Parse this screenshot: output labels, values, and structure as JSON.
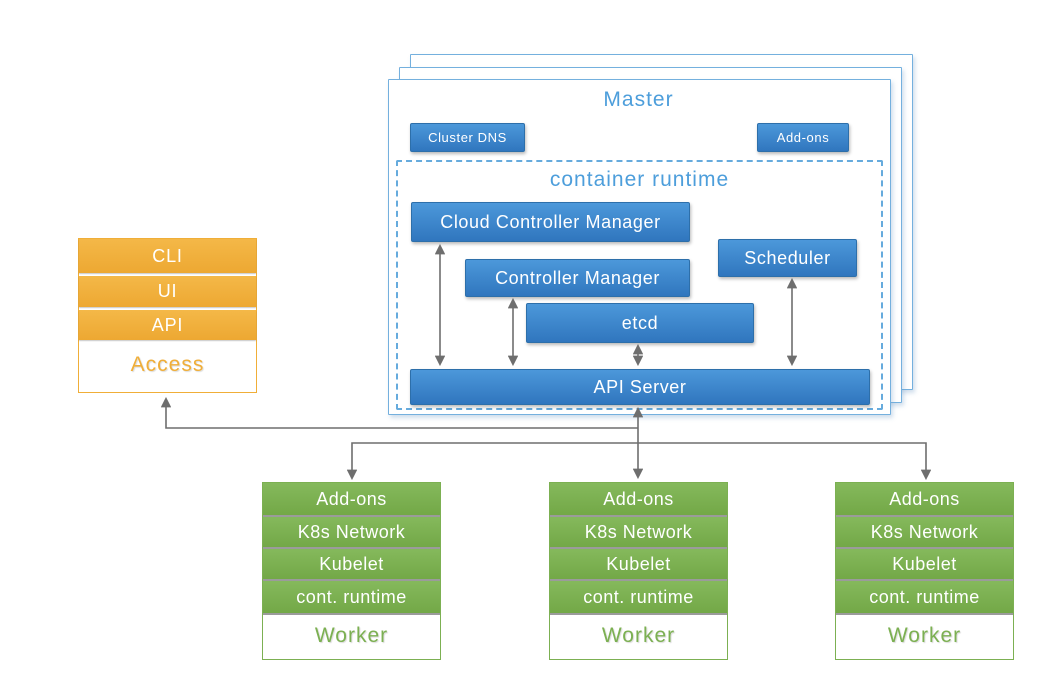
{
  "colors": {
    "blue": "#3784C8",
    "light_blue": "#4D9EDB",
    "orange": "#F1B140",
    "green": "#7CB052",
    "line_gray": "#6E6E6E"
  },
  "master": {
    "title": "Master",
    "cluster_dns": "Cluster DNS",
    "addons": "Add-ons",
    "runtime_label": "container runtime",
    "components": {
      "cloud_controller_manager": "Cloud Controller Manager",
      "controller_manager": "Controller Manager",
      "etcd": "etcd",
      "scheduler": "Scheduler",
      "api_server": "API Server"
    }
  },
  "access": {
    "rows": [
      "CLI",
      "UI",
      "API"
    ],
    "label": "Access"
  },
  "workers": [
    {
      "rows": [
        "Add-ons",
        "K8s Network",
        "Kubelet",
        "cont. runtime"
      ],
      "label": "Worker"
    },
    {
      "rows": [
        "Add-ons",
        "K8s Network",
        "Kubelet",
        "cont. runtime"
      ],
      "label": "Worker"
    },
    {
      "rows": [
        "Add-ons",
        "K8s Network",
        "Kubelet",
        "cont. runtime"
      ],
      "label": "Worker"
    }
  ]
}
